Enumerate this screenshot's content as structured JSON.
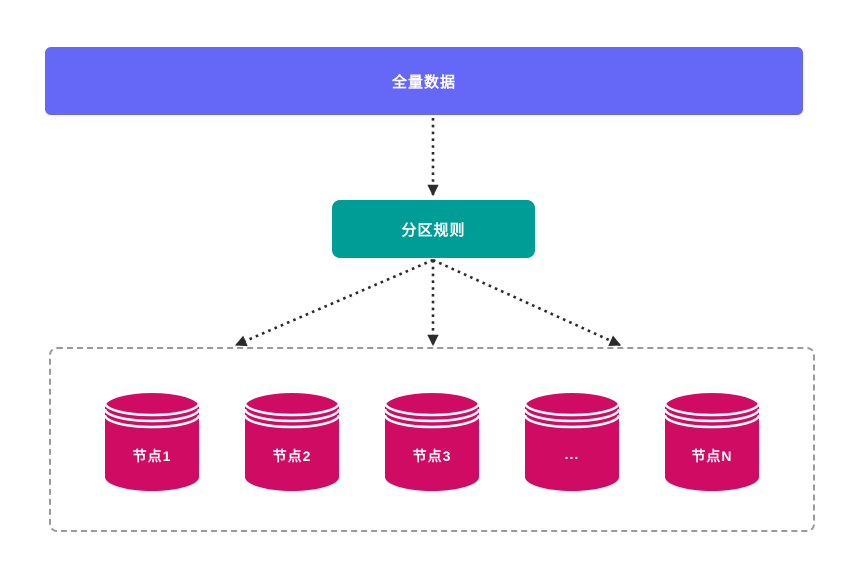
{
  "full_data_box": {
    "label": "全量数据",
    "color": "#6567f7",
    "text_color": "#ffffff"
  },
  "partition_rule_box": {
    "label": "分区规则",
    "color": "#009c96",
    "text_color": "#ffffff"
  },
  "node_cluster": {
    "border_color": "#9a9a9a",
    "node_color": "#d00b64",
    "nodes": [
      {
        "label": "节点1"
      },
      {
        "label": "节点2"
      },
      {
        "label": "节点3"
      },
      {
        "label": "..."
      },
      {
        "label": "节点N"
      }
    ]
  },
  "arrows": {
    "color": "#2b2b2b",
    "style": "dotted"
  }
}
